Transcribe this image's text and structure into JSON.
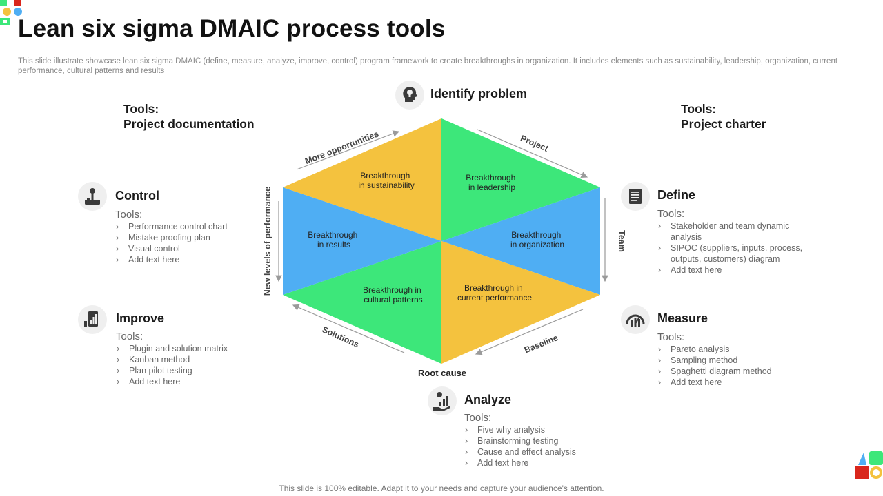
{
  "slide": {
    "title": "Lean six sigma DMAIC process tools",
    "subtitle": "This slide illustrate showcase lean six sigma DMAIC (define, measure, analyze, improve, control) program framework to create breakthroughs in organization. It includes elements such as sustainability, leadership, organization, current performance, cultural patterns and results",
    "footer": "This slide is 100% editable. Adapt it to your needs and capture your audience's attention."
  },
  "top_label": {
    "title": "Identify problem",
    "icon": "lightbulb-head-icon"
  },
  "bottom_label": "Root cause",
  "corner_tools": {
    "left": {
      "label": "Tools:",
      "value": "Project documentation"
    },
    "right": {
      "label": "Tools:",
      "value": "Project charter"
    }
  },
  "edge_labels": {
    "top_left": "More opportunities",
    "top_right": "Project",
    "right": "Team",
    "bottom_right": "Baseline",
    "bottom_left": "Solutions",
    "left": "New levels of performance"
  },
  "hexagon": {
    "colors": {
      "yellow": "#F4C23E",
      "green": "#3DE77A",
      "blue": "#4FAEF3"
    },
    "segments": [
      {
        "line1": "Breakthrough",
        "line2": "in sustainability",
        "color": "yellow"
      },
      {
        "line1": "Breakthrough",
        "line2": "in leadership",
        "color": "green"
      },
      {
        "line1": "Breakthrough",
        "line2": "in organization",
        "color": "blue"
      },
      {
        "line1": "Breakthrough in",
        "line2": "current performance",
        "color": "yellow"
      },
      {
        "line1": "Breakthrough in",
        "line2": "cultural patterns",
        "color": "green"
      },
      {
        "line1": "Breakthrough",
        "line2": "in results",
        "color": "blue"
      }
    ]
  },
  "sections": {
    "control": {
      "title": "Control",
      "tools_label": "Tools:",
      "icon": "joystick-icon",
      "items": [
        "Performance  control chart",
        "Mistake proofing  plan",
        "Visual control",
        "Add text here"
      ]
    },
    "improve": {
      "title": "Improve",
      "tools_label": "Tools:",
      "icon": "report-chart-icon",
      "items": [
        "Plugin and solution matrix",
        "Kanban method",
        "Plan pilot testing",
        "Add text here"
      ]
    },
    "define": {
      "title": "Define",
      "tools_label": "Tools:",
      "icon": "document-icon",
      "items": [
        "Stakeholder and team dynamic analysis",
        "SIPOC (suppliers, inputs, process, outputs, customers) diagram",
        "Add text here"
      ]
    },
    "measure": {
      "title": "Measure",
      "tools_label": "Tools:",
      "icon": "gauge-bars-icon",
      "items": [
        "Pareto analysis",
        "Sampling method",
        "Spaghetti diagram  method",
        "Add text here"
      ]
    },
    "analyze": {
      "title": "Analyze",
      "tools_label": "Tools:",
      "icon": "hand-growth-chart-icon",
      "items": [
        "Five why analysis",
        "Brainstorming testing",
        "Cause and effect analysis",
        "Add text here"
      ]
    }
  }
}
